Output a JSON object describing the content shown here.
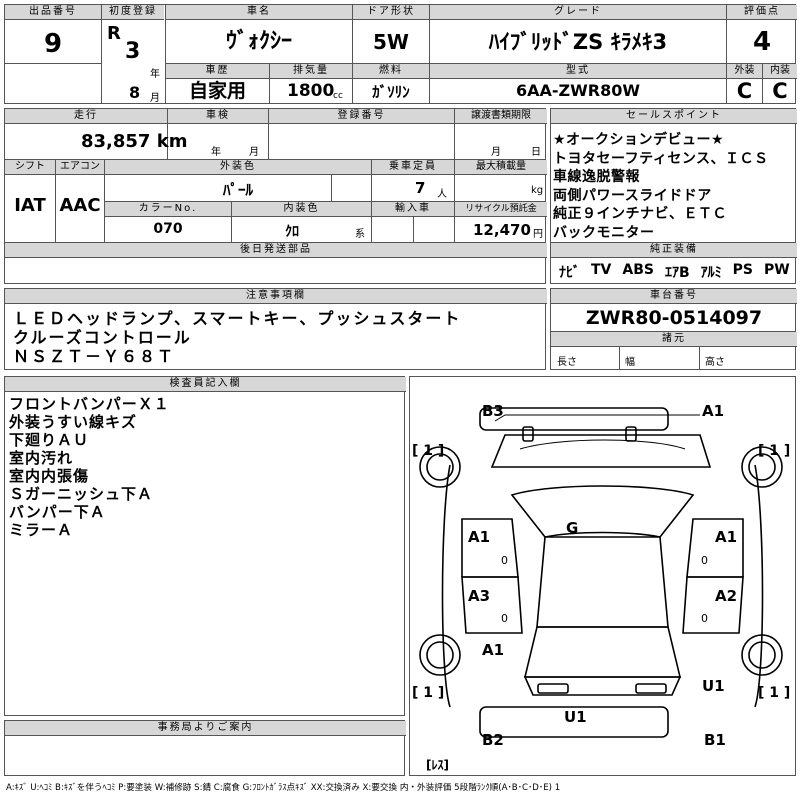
{
  "header": {
    "lot_label": "出品番号",
    "lot": "9",
    "first_reg_label": "初度登録",
    "era": "R",
    "year": "3",
    "year_unit": "年",
    "month": "8",
    "month_unit": "月",
    "name_label": "車名",
    "name": "ｳﾞｫｸｼｰ",
    "door_label": "ドア形状",
    "door": "5W",
    "grade_label": "グレード",
    "grade": "ﾊｲﾌﾞﾘｯﾄﾞZS ｷﾗﾒｷ3",
    "score_label": "評価点",
    "score": "4",
    "history_label": "車歴",
    "history": "自家用",
    "displacement_label": "排気量",
    "displacement": "1800",
    "displacement_unit": "cc",
    "fuel_label": "燃料",
    "fuel": "ｶﾞｿﾘﾝ",
    "model_label": "型式",
    "model": "6AA-ZWR80W",
    "ext_label": "外装",
    "ext_grade": "C",
    "int_label": "内装",
    "int_grade": "C"
  },
  "info": {
    "mileage_label": "走行",
    "mileage": "83,857 km",
    "inspection_label": "車検",
    "insp_year": "年",
    "insp_month": "月",
    "regno_label": "登録番号",
    "transfer_label": "譲渡書類期限",
    "transfer_month": "月",
    "transfer_day": "日",
    "shift_label": "シフト",
    "shift": "IAT",
    "ac_label": "エアコン",
    "ac": "AAC",
    "color_label": "外装色",
    "color": "ﾊﾟｰﾙ",
    "capacity_label": "乗車定員",
    "capacity": "7",
    "capacity_unit": "人",
    "load_label": "最大積載量",
    "load_unit": "kg",
    "colorno_label": "カラーNo.",
    "colorno": "070",
    "interior_label": "内装色",
    "interior": "ｸﾛ",
    "interior_unit": "系",
    "import_label": "輸入車",
    "recycle_label": "リサイクル預託金",
    "recycle": "12,470",
    "recycle_unit": "円",
    "later_label": "後日発送部品"
  },
  "sales": {
    "label": "セールスポイント",
    "lines": [
      "★オークションデビュー★",
      "トヨタセーフティセンス、ＩＣＳ",
      "車線逸脱警報",
      "両側パワースライドドア",
      "純正９インチナビ、ＥＴＣ",
      "バックモニター"
    ],
    "equip_label": "純正装備",
    "equip": [
      "ﾅﾋﾞ",
      "TV",
      "ABS",
      "ｴｱB",
      "ｱﾙﾐ",
      "PS",
      "PW"
    ]
  },
  "notes": {
    "label": "注意事項欄",
    "lines": [
      "ＬＥＤヘッドランプ、スマートキー、プッシュスタート",
      "クルーズコントロール",
      "ＮＳＺＴ－Ｙ６８Ｔ"
    ]
  },
  "chassis": {
    "label": "車台番号",
    "number": "ZWR80-0514097",
    "spec_label": "諸元",
    "len": "長さ",
    "width": "幅",
    "height": "高さ"
  },
  "inspector": {
    "label": "検査員記入欄",
    "lines": [
      "フロントバンパーＸ１",
      "外装うすい線キズ",
      "下廻りＡＵ",
      "室内汚れ",
      "室内内張傷",
      "Ｓガーニッシュ下Ａ",
      "バンパー下Ａ",
      "ミラーＡ"
    ]
  },
  "office": {
    "label": "事務局よりご案内"
  },
  "diagram": {
    "marks": {
      "b3": "B3",
      "a1_fr": "A1",
      "g": "G",
      "a1_l1": "A1",
      "a1_r1": "A1",
      "a3": "A3",
      "a2": "A2",
      "a1_l2": "A1",
      "u1_r": "U1",
      "u1_b": "U1",
      "b2": "B2",
      "b1": "B1"
    },
    "bracket_one": "[ 1 ]",
    "zero": "0",
    "res": "[ﾚｽ]"
  },
  "legend": "A:ｷｽﾞ U:ﾍｺﾐ B:ｷｽﾞを伴うﾍｺﾐ P:要塗装 W:補修跡 S:錆 C:腐食 G:ﾌﾛﾝﾄｶﾞﾗｽ点ｷｽﾞ XX:交換済み X:要交換 内・外装評価 5段階ﾗﾝｸ順(A･B･C･D･E) 1"
}
